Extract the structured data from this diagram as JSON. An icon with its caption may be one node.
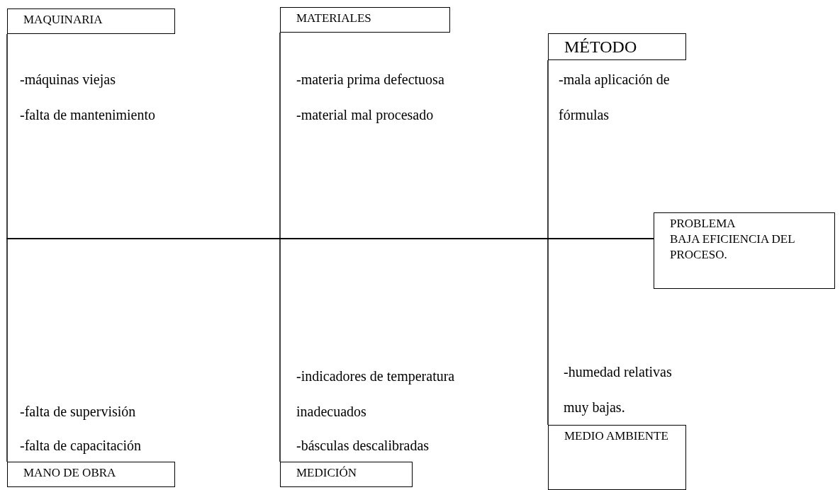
{
  "diagram": {
    "nodes": [
      {
        "text": [
          "MAQUINARIA"
        ],
        "beside": [
          "-máquinas viejas",
          "-falta de mantenimiento"
        ]
      },
      {
        "text": [
          "MATERIALES"
        ],
        "beside": [
          "-materia prima defectuosa",
          "-material mal procesado"
        ]
      },
      {
        "text": [
          "MÉTODO"
        ],
        "beside": [
          "-mala aplicación de fórmulas"
        ]
      },
      {
        "text": [
          "PROBLEMA",
          "BAJA EFICIENCIA DEL PROCESO."
        ]
      },
      {
        "text": [
          "MANO DE OBRA"
        ],
        "beside": [
          "-falta de supervisión",
          "-falta de capacitación"
        ]
      },
      {
        "text": [
          "MEDICIÓN"
        ],
        "beside": [
          "-indicadores de temperatura inadecuados",
          "-básculas descalibradas"
        ]
      },
      {
        "text": [
          "MEDIO AMBIENTE"
        ],
        "beside": [
          "-humedad relativas muy bajas."
        ]
      }
    ],
    "edges": [
      {
        "from": 0,
        "to": 3,
        "arrow": "none"
      },
      {
        "from": 1,
        "to": 3,
        "arrow": "none"
      },
      {
        "from": 2,
        "to": 3,
        "arrow": "none"
      },
      {
        "from": 4,
        "to": 3,
        "arrow": "none"
      },
      {
        "from": 5,
        "to": 3,
        "arrow": "none"
      },
      {
        "from": 6,
        "to": 3,
        "arrow": "none"
      }
    ]
  }
}
